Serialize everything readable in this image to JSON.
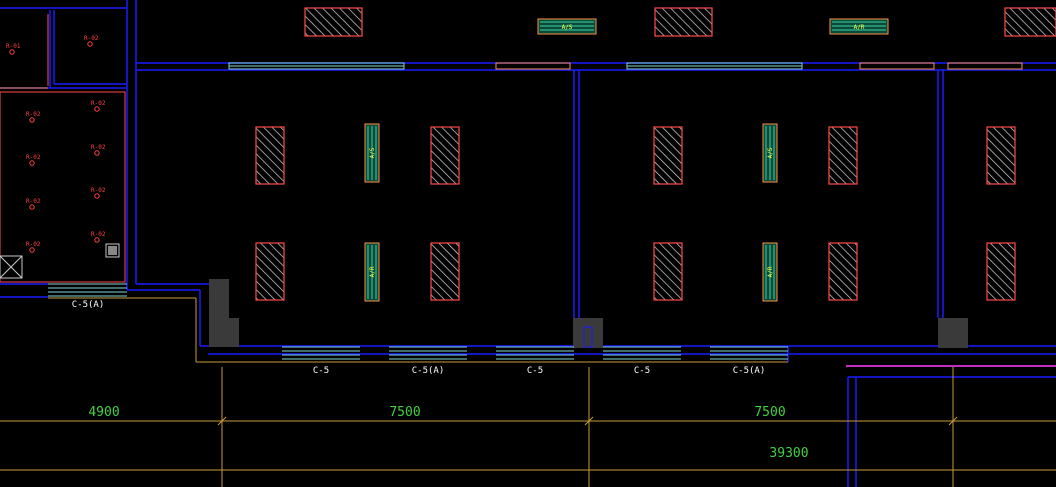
{
  "colors": {
    "background": "#000000",
    "wall": "#1a1aff",
    "wall_dark": "#0000c8",
    "fixture_outline": "#ff4a4a",
    "hatch": "#d8d8d8",
    "diffuser_fill": "#0a4a3a",
    "diffuser_line": "#3fd1a0",
    "diffuser_text": "#ffff40",
    "window_line": "#7fd6d6",
    "orange": "#ff9040",
    "dim_line": "#c89b3c",
    "dim_text": "#3fd13f",
    "tag_text": "#ffffff",
    "sprinkler": "#ff4040",
    "magenta": "#ff40ff",
    "column": "#3a3a3a"
  },
  "sprinkler_tags": [
    {
      "id": "s1",
      "label": "R-01"
    },
    {
      "id": "s2",
      "label": "R-02"
    },
    {
      "id": "s3",
      "label": "R-02"
    },
    {
      "id": "s4",
      "label": "R-02"
    },
    {
      "id": "s5",
      "label": "R-02"
    },
    {
      "id": "s6",
      "label": "R-02"
    },
    {
      "id": "s7",
      "label": "R-02"
    },
    {
      "id": "s8",
      "label": "R-02"
    },
    {
      "id": "s9",
      "label": "R-02"
    },
    {
      "id": "s10",
      "label": "R-02"
    }
  ],
  "diffuser_tags": {
    "top_1": "A/S",
    "top_2": "A/R",
    "mid_1": "A/S",
    "mid_2": "A/S",
    "low_1": "A/R",
    "low_2": "A/R"
  },
  "window_tags": [
    "C-5(A)",
    "C-5",
    "C-5(A)",
    "C-5",
    "C-5",
    "C-5(A)"
  ],
  "dimensions": [
    "4900",
    "7500",
    "7500",
    "39300"
  ]
}
